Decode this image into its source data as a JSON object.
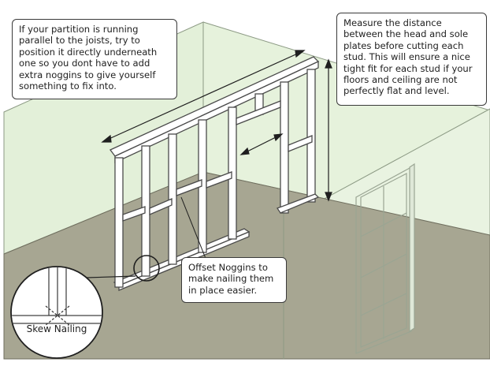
{
  "callouts": {
    "partition": "If your partition is running parallel to the joists, try to position it directly underneath one so you dont have to add extra noggins to give yourself something to fix into.",
    "measure": "Measure the distance between the head and sole plates before cutting each stud. This will ensure a nice tight fit for each stud if your floors and ceiling are not perfectly flat and level.",
    "noggins": "Offset Noggins to make nailing them in place easier."
  },
  "inset": {
    "label": "Skew Nailing"
  },
  "colors": {
    "wall_tint": "#e3f0d9",
    "floor": "#a7a692",
    "timber": "#ffffff",
    "outline": "#4a4a4a"
  }
}
